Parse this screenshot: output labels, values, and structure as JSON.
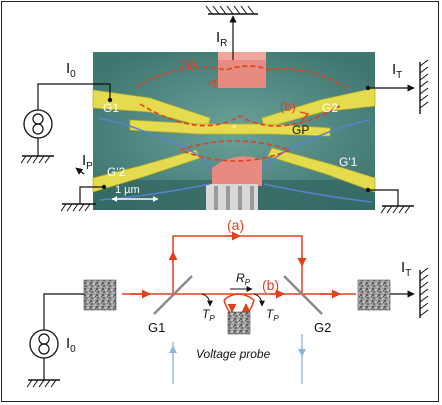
{
  "top_panel": {
    "labels": {
      "i0": "I",
      "i0_sub": "0",
      "ir": "I",
      "ir_sub": "R",
      "it": "I",
      "it_sub": "T",
      "ip": "I",
      "ip_sub": "P",
      "path_a": "(a)",
      "path_b": "(b)",
      "g1": "G1",
      "g2": "G2",
      "gp": "GP",
      "g2_prime": "G'2",
      "g1_prime": "G'1",
      "scale": "1 µm"
    },
    "colors": {
      "substrate": "#4f8a84",
      "gate": "#e4dc4e",
      "contact": "#e88a80",
      "path": "#e2401c",
      "edge_blue": "#5a80d0"
    }
  },
  "bottom_panel": {
    "labels": {
      "path_a": "(a)",
      "path_b": "(b)",
      "rp": "R",
      "rp_sub": "P",
      "tp_left": "T",
      "tp_left_sub": "P",
      "tp_right": "T",
      "tp_right_sub": "P",
      "g1": "G1",
      "g2": "G2",
      "it": "I",
      "it_sub": "T",
      "i0": "I",
      "i0_sub": "0",
      "voltage_probe": "Voltage probe"
    },
    "colors": {
      "path": "#e2401c",
      "splitter": "#8a8a8a",
      "probe_line": "#8fb4e0",
      "reservoir": "#888888"
    }
  }
}
